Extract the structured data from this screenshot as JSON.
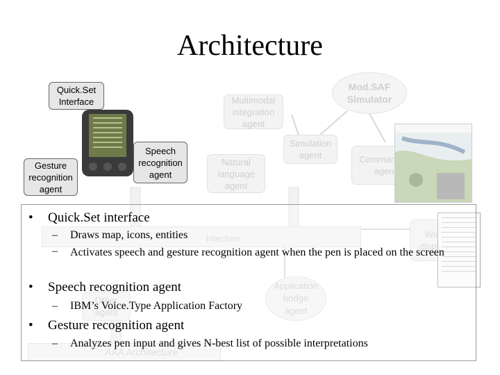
{
  "title": "Architecture",
  "agents": {
    "quickset": "Quick.Set\nInterface",
    "gesture": "Gesture\nrecognition\nagent",
    "speech": "Speech\nrecognition\nagent",
    "multimodal": "Multimodal\nintegration\nagent",
    "natural_language": "Natural\nlanguage\nagent",
    "simulation": "Simulation\nagent",
    "command_vr": "CommandVu\nagent",
    "modsaf": "Mod.SAF\nSimulator",
    "web_display": "Web\ndisplay",
    "app_bridge": "Application\nbridge\nagent",
    "other_agent": "Other\nagent",
    "facilitator_fragment": "hitecture",
    "aaa_fragment": "AAA Architecture"
  },
  "bullets": [
    {
      "text": "Quick.Set interface",
      "subs": [
        "Draws map, icons, entities",
        "Activates speech and gesture recognition agent when the pen is placed on the screen"
      ]
    },
    {
      "text": "Speech recognition agent",
      "subs": [
        "IBM’s Voice.Type Application Factory"
      ]
    },
    {
      "text": "Gesture recognition agent",
      "subs": [
        "Analyzes pen input and gives N-best list of possible interpretations"
      ]
    }
  ],
  "colors": {
    "box_fill": "#e6e6e6",
    "faint_text": "#cfcfcf"
  }
}
